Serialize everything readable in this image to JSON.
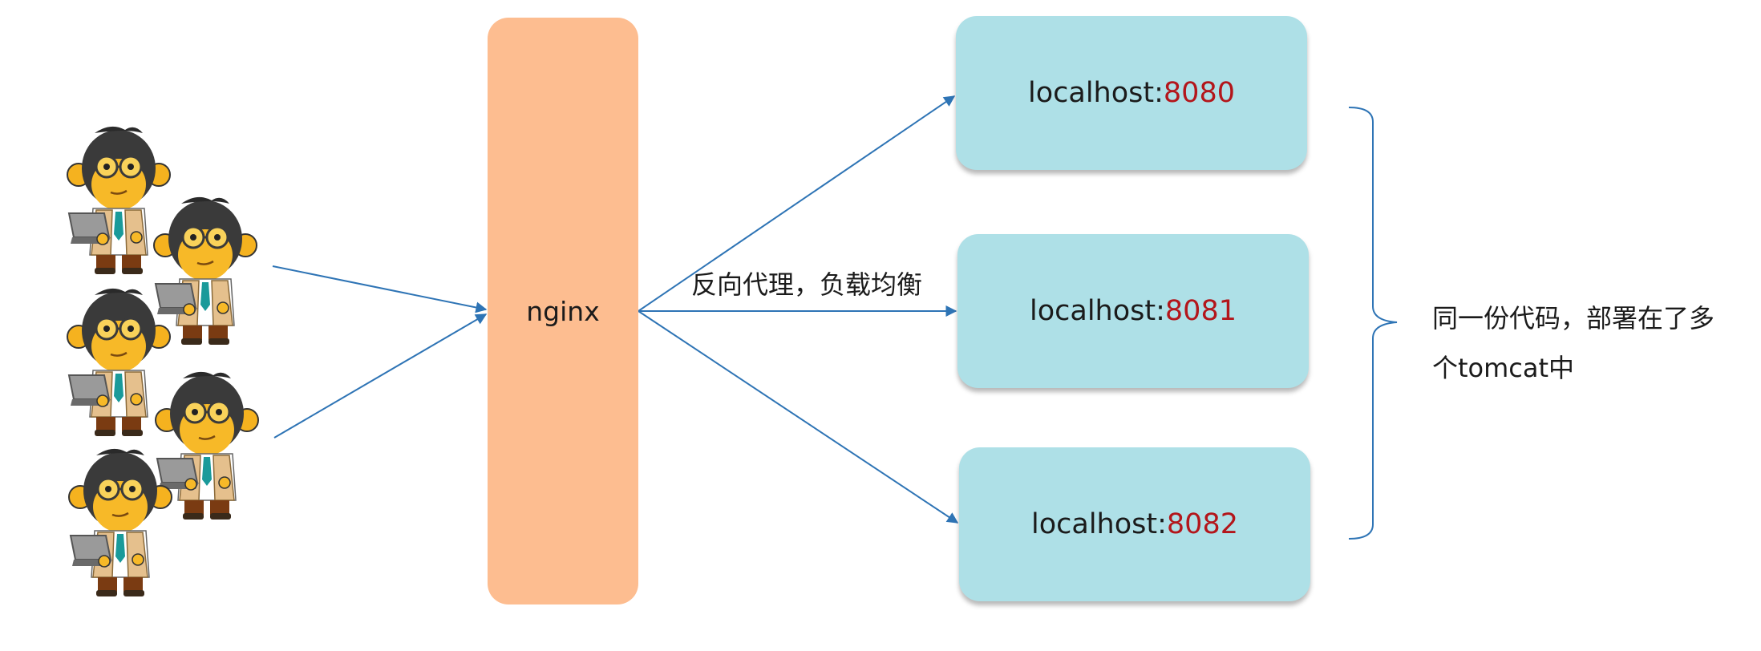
{
  "proxy": {
    "label": "nginx",
    "fill": "#fdbd90"
  },
  "edge_label": "反向代理，负载均衡",
  "servers": [
    {
      "host": "localhost:",
      "port": "8080"
    },
    {
      "host": "localhost:",
      "port": "8081"
    },
    {
      "host": "localhost:",
      "port": "8082"
    }
  ],
  "note": {
    "line1": "同一份代码，部署在了多",
    "line2": "个tomcat中"
  },
  "users": {
    "icon": "monkey-developer-icon",
    "count": 5
  },
  "colors": {
    "arrow": "#2e74b5",
    "server_fill": "#aee0e7",
    "port_text": "#b3161b",
    "brace": "#2e74b5"
  }
}
